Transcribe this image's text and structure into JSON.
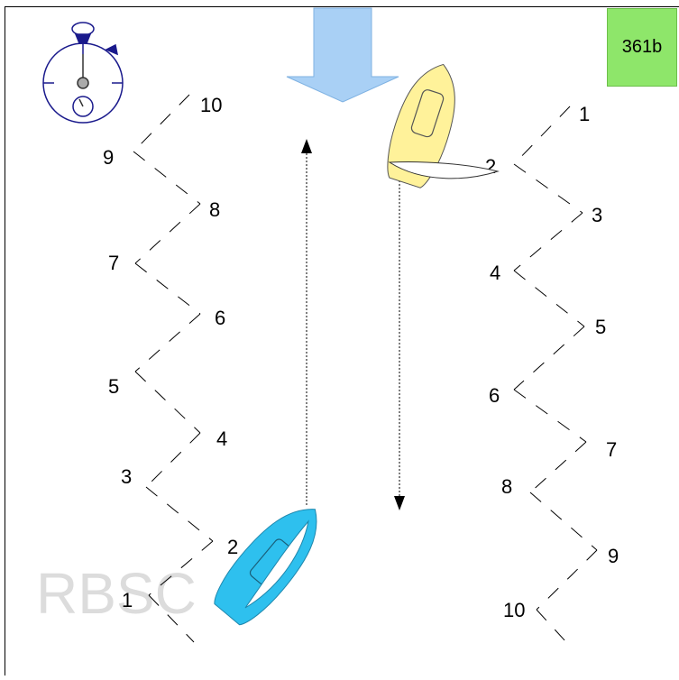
{
  "scenario_label": "361b",
  "watermark": "RBSC",
  "left_track": {
    "numbers": [
      "10",
      "9",
      "8",
      "7",
      "6",
      "5",
      "4",
      "3",
      "2",
      "1"
    ]
  },
  "right_track": {
    "numbers": [
      "1",
      "2",
      "3",
      "4",
      "5",
      "6",
      "7",
      "8",
      "9",
      "10"
    ]
  },
  "colors": {
    "wind_arrow": "#a9d0f5",
    "yellow_boat": "#fff29a",
    "blue_boat": "#2ec0ee",
    "label_box": "#8ee66a",
    "stopwatch": "#1a1a8c"
  },
  "icons": [
    "stopwatch-icon",
    "wind-arrow-icon"
  ]
}
